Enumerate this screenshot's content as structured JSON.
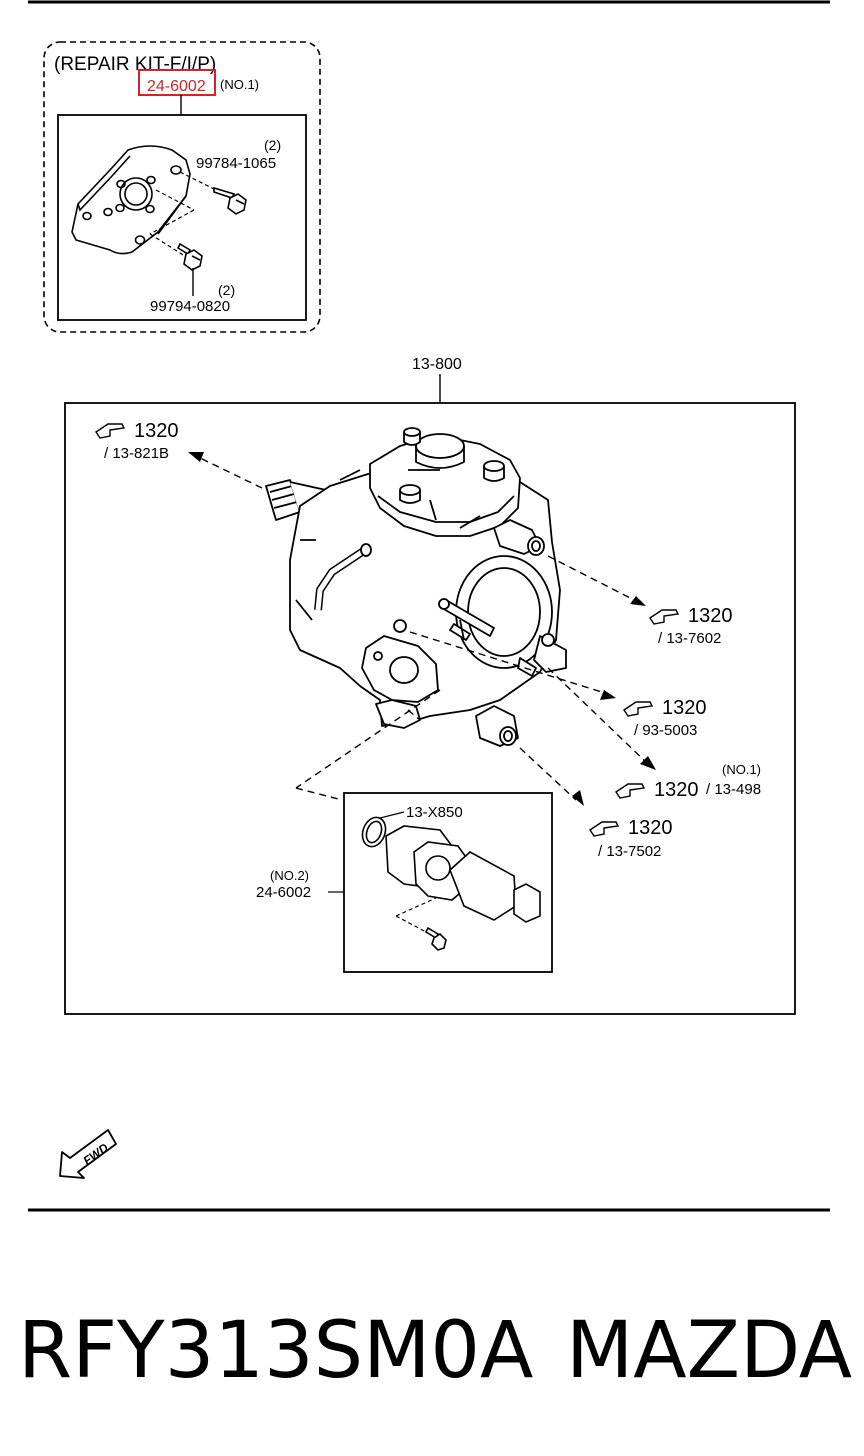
{
  "kit": {
    "title": "(REPAIR KIT-F/I/P)",
    "part": "24-6002",
    "part_note": "(NO.1)",
    "bolt_upper_qty": "(2)",
    "bolt_upper_part": "99784-1065",
    "bolt_lower_qty": "(2)",
    "bolt_lower_part": "99794-0820"
  },
  "assembly": {
    "main_part": "13-800",
    "refs": [
      {
        "code": "1320",
        "part": "/ 13-821B"
      },
      {
        "code": "1320",
        "part": "/ 13-7602"
      },
      {
        "code": "1320",
        "part": "/ 93-5003"
      },
      {
        "code": "1320",
        "part": "/ 13-498",
        "note": "(NO.1)"
      },
      {
        "code": "1320",
        "part": "/ 13-7502"
      }
    ],
    "inset": {
      "oring_part": "13-X850",
      "part_note": "(NO.2)",
      "part": "24-6002"
    }
  },
  "fwd_label": "FWD",
  "footer": {
    "part_number": "RFY313SM0A",
    "brand": "MAZDA"
  },
  "colors": {
    "highlight": "#d9202a",
    "line": "#000000"
  }
}
